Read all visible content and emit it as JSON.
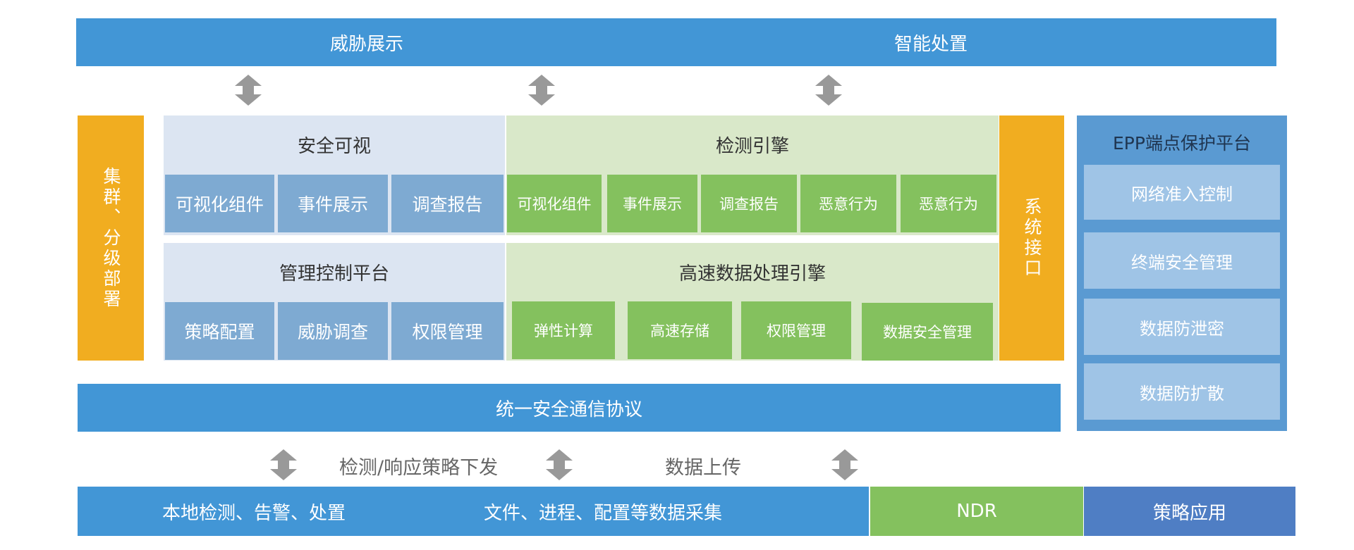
{
  "top_bar": {
    "left": "威胁展示",
    "right": "智能处置"
  },
  "left_side": "集群、分级部署",
  "right_side": "系统接口",
  "security_visual": {
    "title": "安全可视",
    "items": [
      "可视化组件",
      "事件展示",
      "调查报告"
    ]
  },
  "detect_engine": {
    "title": "检测引擎",
    "items": [
      "可视化组件",
      "事件展示",
      "调查报告",
      "恶意行为",
      "恶意行为"
    ]
  },
  "mgmt_platform": {
    "title": "管理控制平台",
    "items": [
      "策略配置",
      "威胁调查",
      "权限管理"
    ]
  },
  "data_engine": {
    "title": "高速数据处理引擎",
    "items": [
      "弹性计算",
      "高速存储",
      "权限管理",
      "数据安全管理"
    ]
  },
  "epp": {
    "title": "EPP端点保护平台",
    "items": [
      "网络准入控制",
      "终端安全管理",
      "数据防泄密",
      "数据防扩散"
    ]
  },
  "protocol_bar": "统一安全通信协议",
  "middle_labels": {
    "left": "检测/响应策略下发",
    "right": "数据上传"
  },
  "bottom_bar": {
    "local": "本地检测、告警、处置",
    "collect": "文件、进程、配置等数据采集",
    "ndr": "NDR",
    "policy": "策略应用"
  },
  "colors": {
    "blue": "#4296d6",
    "orange": "#f1ad20",
    "green": "#84c15e",
    "steel": "#7eaad2",
    "gray_arrow": "#999999"
  }
}
